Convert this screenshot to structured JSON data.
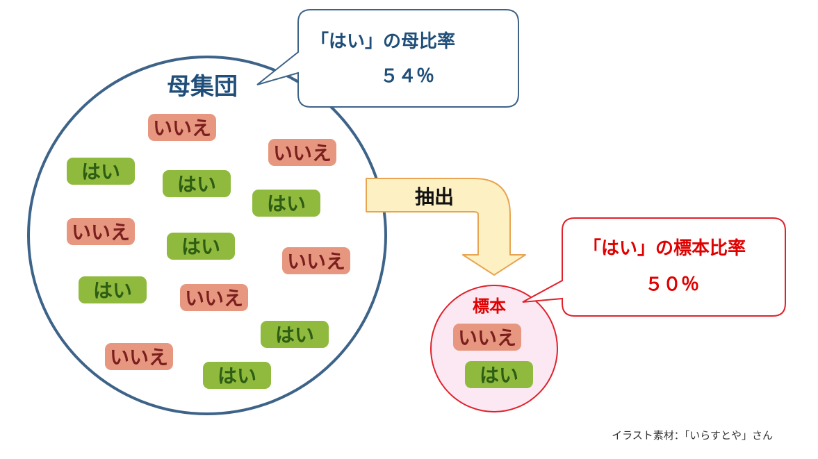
{
  "population": {
    "title": "母集団",
    "chips": [
      {
        "label": "いいえ",
        "kind": "no"
      },
      {
        "label": "いいえ",
        "kind": "no"
      },
      {
        "label": "はい",
        "kind": "yes"
      },
      {
        "label": "はい",
        "kind": "yes"
      },
      {
        "label": "はい",
        "kind": "yes"
      },
      {
        "label": "いいえ",
        "kind": "no"
      },
      {
        "label": "はい",
        "kind": "yes"
      },
      {
        "label": "いいえ",
        "kind": "no"
      },
      {
        "label": "はい",
        "kind": "yes"
      },
      {
        "label": "いいえ",
        "kind": "no"
      },
      {
        "label": "はい",
        "kind": "yes"
      },
      {
        "label": "いいえ",
        "kind": "no"
      },
      {
        "label": "はい",
        "kind": "yes"
      }
    ]
  },
  "population_callout": {
    "line1": "「はい」の母比率",
    "line2": "５４％"
  },
  "extraction_label": "抽出",
  "sample": {
    "title": "標本",
    "chips": [
      {
        "label": "いいえ",
        "kind": "no"
      },
      {
        "label": "はい",
        "kind": "yes"
      }
    ]
  },
  "sample_callout": {
    "line1": "「はい」の標本比率",
    "line2": "５０％"
  },
  "credit": "イラスト素材：「いらすとや」さん",
  "colors": {
    "population_border": "#3d6389",
    "population_text": "#1f4e79",
    "sample_border": "#e0212b",
    "sample_fill": "#fbe8f3",
    "sample_text": "#e00000",
    "yes_fill": "#8fba3e",
    "yes_text": "#2d5c14",
    "no_fill": "#e7977f",
    "no_text": "#7a1e1e",
    "arrow_fill": "#fdf0c3",
    "arrow_border": "#e8a450"
  }
}
